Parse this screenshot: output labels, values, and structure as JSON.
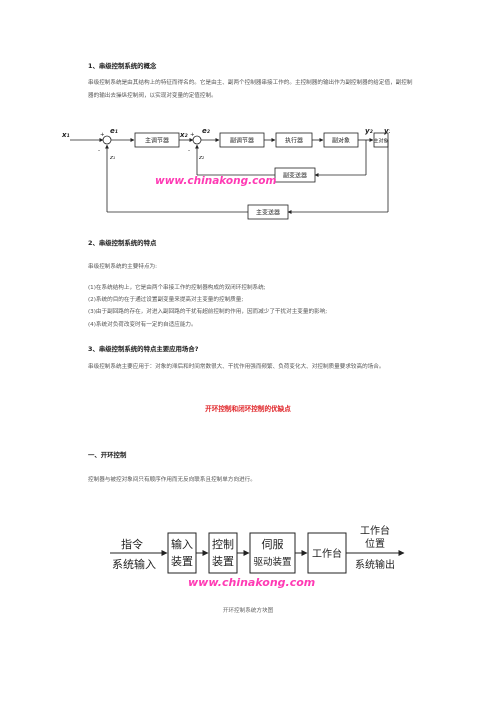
{
  "sec1": {
    "heading": "1、串级控制系统的概念",
    "para": "串级控制系统是由其结构上的特征而得名的。它是由主、副两个控制器串接工作的。主控制器的输出作为副控制器的给定值，副控制器的输出去操纵控制阀，以实现对变量的定值控制。"
  },
  "diagram1": {
    "labels": {
      "x1": "x₁",
      "e1": "e₁",
      "x2": "x₂",
      "e2": "e₂",
      "y2": "y₂",
      "y1": "y₁",
      "z1": "z₁",
      "z2": "z₂",
      "plus1": "+",
      "plus2": "+",
      "minus1": "-",
      "minus2": "-"
    },
    "blocks": {
      "main_ctrl": "主调节器",
      "sub_ctrl": "副调节器",
      "actuator": "执行器",
      "sub_obj": "副对象",
      "main_obj": "主对象",
      "sub_tx": "副变送器",
      "main_tx": "主变送器"
    },
    "watermark": "www.chinakong.com"
  },
  "sec2": {
    "heading": "2、串级控制系统的特点",
    "intro": "串级控制系统的主要特点为:",
    "items": [
      "(1)在系统结构上，它是由两个串接工作的控制器构成的双闭环控制系统;",
      "(2)系统的目的在于通过设置副变量来提高对主变量的控制质量;",
      "(3)由于副回路的存在，对进入副回路的干扰有超前控制的作用，因而减少了干扰对主变量的影响;",
      "(4)系统对负荷改变时有一定的自适应能力。"
    ]
  },
  "sec3": {
    "heading": "3、串级控制系统的特点主要应用场合?",
    "para": "串级控制系统主要应用于：对象的滞后和时间常数很大、干扰作用强而频繁、负荷变化大、对控制质量要求较高的场合。"
  },
  "article_title": "开环控制和闭环控制的优缺点",
  "sec4": {
    "heading": "一、开环控制",
    "para": "控制器与被控对象间只有顺序作用而无反向联系且控制单方向进行。"
  },
  "diagram2": {
    "input_label_top": "指令",
    "input_label_bottom": "系统输入",
    "blocks": [
      {
        "l1": "输入",
        "l2": "装置"
      },
      {
        "l1": "控制",
        "l2": "装置"
      },
      {
        "l1": "伺服",
        "l2": "驱动装置"
      },
      {
        "l1": "工作台",
        "l2": ""
      }
    ],
    "output_label_top1": "工作台",
    "output_label_top2": "位置",
    "output_label_bottom": "系统输出",
    "watermark": "www.chinakong.com",
    "caption": "开环控制系统方块图"
  }
}
